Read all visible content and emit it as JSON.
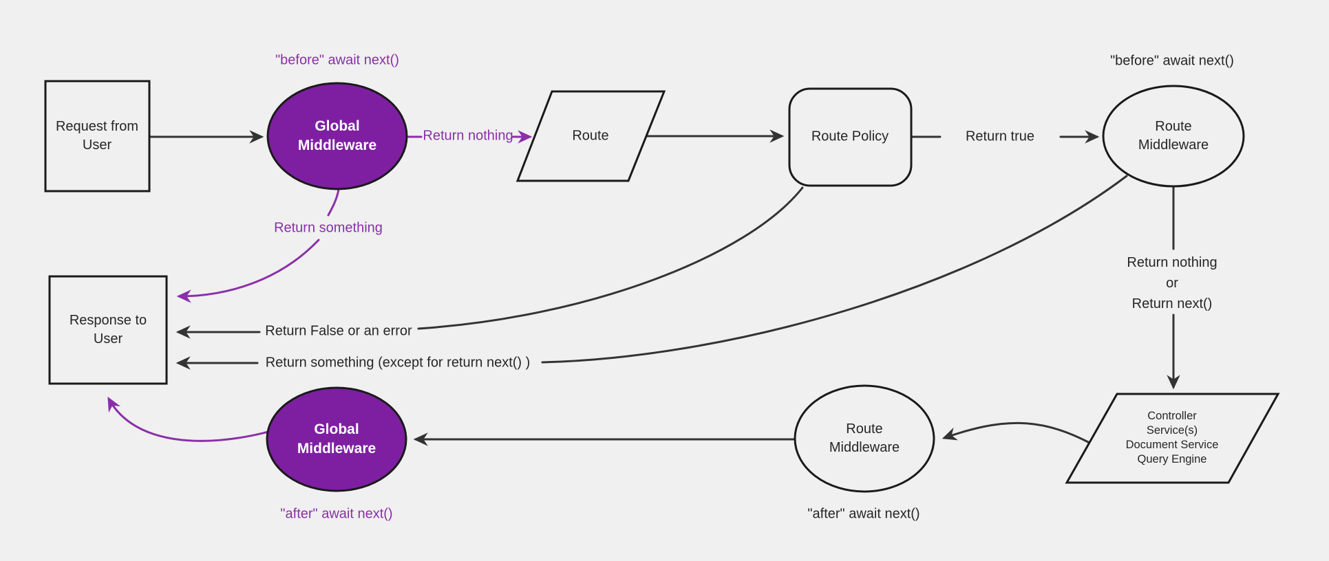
{
  "diagram": {
    "colors": {
      "background": "#f0f0f0",
      "node_fill": "#f0f0f0",
      "purple_fill": "#7e1fa2",
      "purple_accent": "#8a2fa8",
      "node_stroke": "#1a1a1a",
      "edge_stroke": "#333333",
      "text": "#262626"
    },
    "nodes": {
      "request": {
        "label": "Request from\nUser",
        "shape": "rectangle"
      },
      "global_middleware_top": {
        "label": "Global\nMiddleware",
        "shape": "ellipse"
      },
      "route": {
        "label": "Route",
        "shape": "parallelogram"
      },
      "route_policy": {
        "label": "Route Policy",
        "shape": "rounded-rectangle"
      },
      "route_middleware_top": {
        "label": "Route\nMiddleware",
        "shape": "ellipse"
      },
      "controller": {
        "label": "Controller\nService(s)\nDocument Service\nQuery Engine",
        "shape": "parallelogram"
      },
      "route_middleware_bottom": {
        "label": "Route\nMiddleware",
        "shape": "ellipse"
      },
      "global_middleware_bottom": {
        "label": "Global\nMiddleware",
        "shape": "ellipse"
      },
      "response": {
        "label": "Response to\nUser",
        "shape": "rectangle"
      }
    },
    "annotations": {
      "before_await_top_left": "\"before\" await next()",
      "before_await_top_right": "\"before\" await next()",
      "after_await_bottom_left": "\"after\" await next()",
      "after_await_bottom_right": "\"after\" await next()"
    },
    "edge_labels": {
      "return_nothing": "Return nothing",
      "return_true": "Return true",
      "return_something": "Return something",
      "return_nothing_or_next": "Return nothing\nor\nReturn next()",
      "return_false_or_error": "Return False or an error",
      "return_something_except": "Return something (except for return next() )"
    }
  }
}
